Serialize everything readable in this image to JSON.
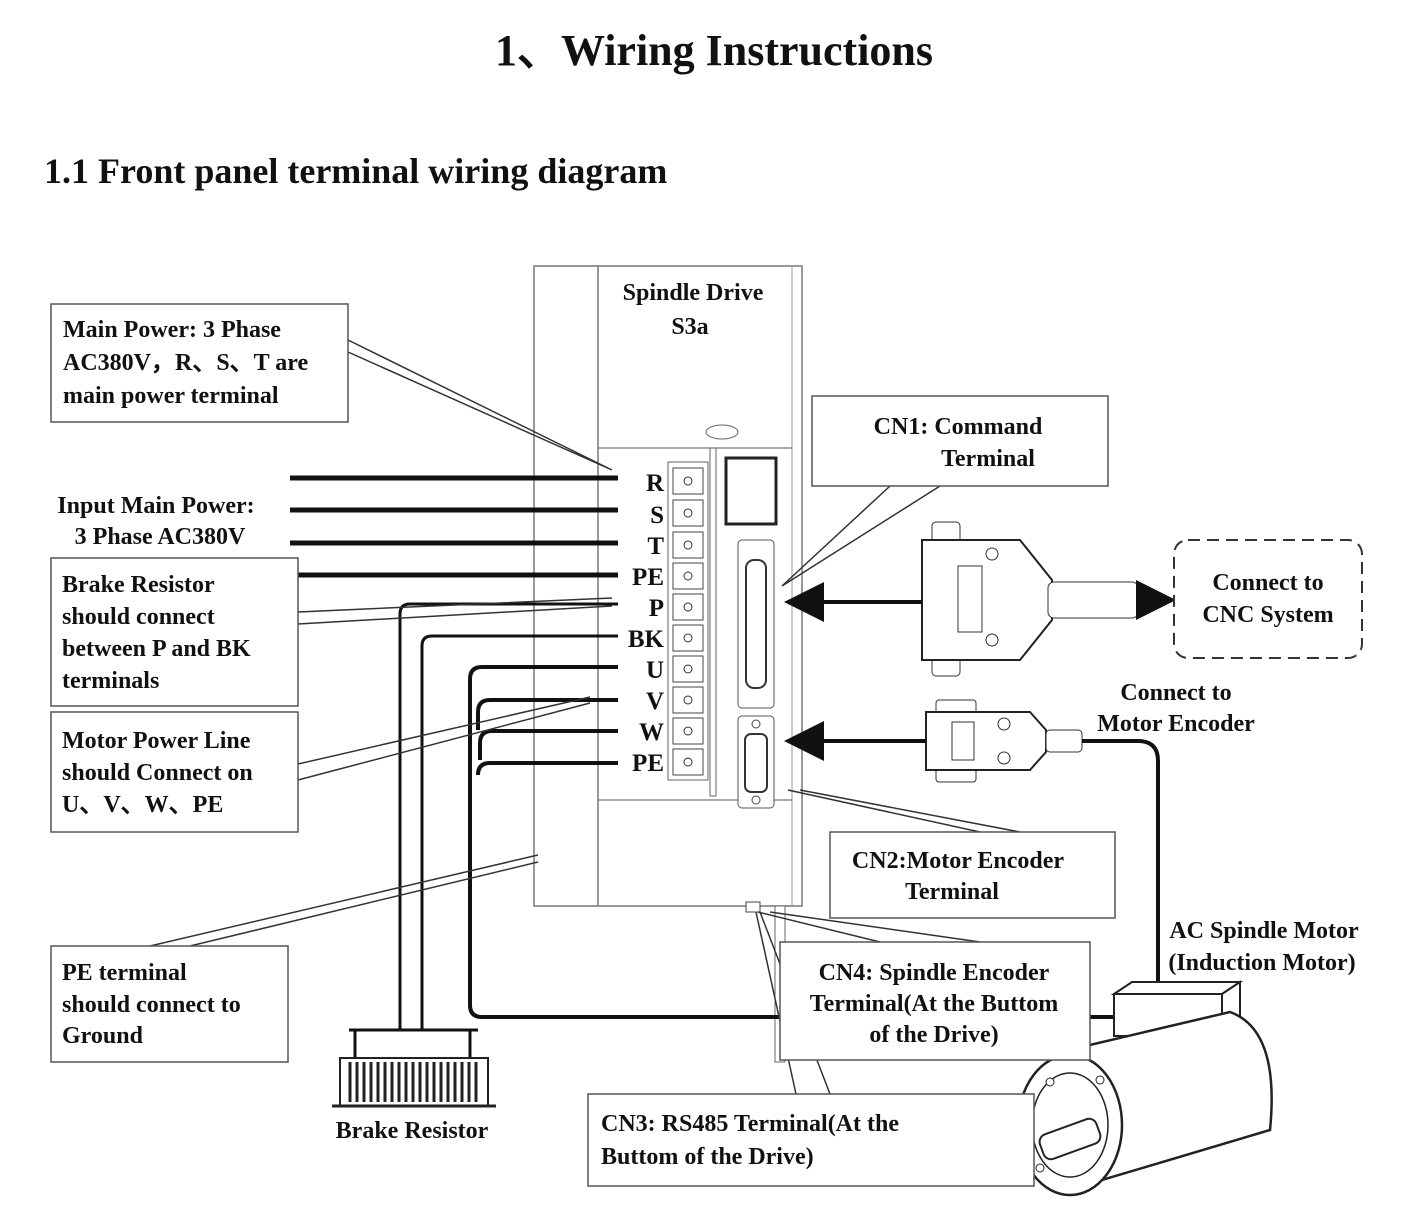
{
  "heading": {
    "title": "1、Wiring Instructions",
    "subtitle": "1.1 Front panel terminal wiring diagram"
  },
  "drive": {
    "name": "Spindle Drive",
    "model": "S3a"
  },
  "terminals": [
    "R",
    "S",
    "T",
    "PE",
    "P",
    "BK",
    "U",
    "V",
    "W",
    "PE"
  ],
  "callouts": {
    "main_power": [
      "Main Power: 3 Phase",
      "AC380V，R、S、T are",
      "main power terminal"
    ],
    "input_power": [
      "Input Main Power:",
      "3 Phase AC380V"
    ],
    "brake_resistor": [
      "Brake Resistor",
      "should connect",
      "between P and BK",
      "terminals"
    ],
    "motor_power": [
      "Motor Power Line",
      "should Connect on",
      "U、V、W、PE"
    ],
    "pe_terminal": [
      "PE terminal",
      "should connect to",
      "Ground"
    ],
    "cn1": [
      "CN1:  Command",
      "Terminal"
    ],
    "cnc_system": [
      "Connect to",
      "CNC System"
    ],
    "motor_encoder": [
      "Connect to",
      "Motor Encoder"
    ],
    "cn2": [
      "CN2:Motor Encoder",
      "Terminal"
    ],
    "spindle_motor": [
      "AC Spindle Motor",
      "(Induction Motor)"
    ],
    "cn4": [
      "CN4:  Spindle Encoder",
      "Terminal(At the Buttom",
      "of the Drive)"
    ],
    "cn3": [
      "CN3:  RS485 Terminal(At the",
      "Buttom of the Drive)"
    ],
    "brake_label": "Brake Resistor"
  }
}
